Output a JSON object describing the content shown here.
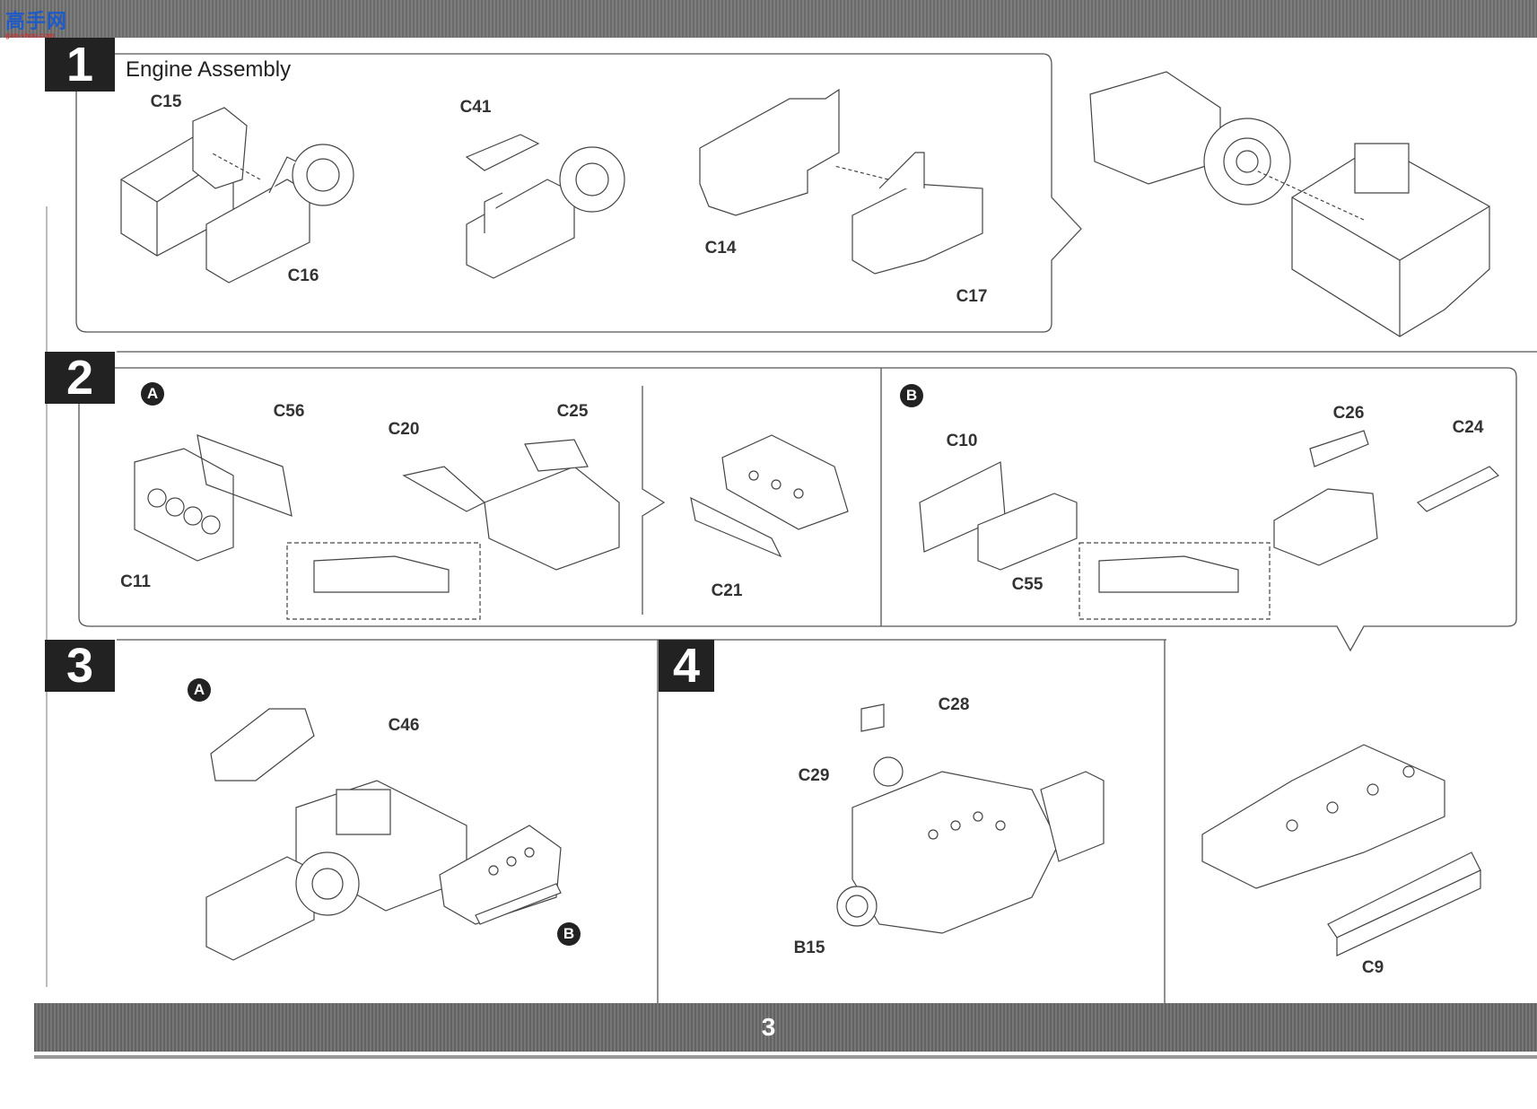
{
  "site_logo": {
    "text": "高手网",
    "sub": "gao-shou.com"
  },
  "page_number": "3",
  "steps": [
    {
      "number": "1",
      "title": "Engine Assembly",
      "parts": [
        "C15",
        "C16",
        "C41",
        "C14",
        "C17"
      ]
    },
    {
      "number": "2",
      "sub_a": "A",
      "parts_a": [
        "C56",
        "C11",
        "C20",
        "C25",
        "C21"
      ],
      "sub_b": "B",
      "parts_b": [
        "C10",
        "C55",
        "C26",
        "C24"
      ]
    },
    {
      "number": "3",
      "refs": [
        "A",
        "B"
      ],
      "parts": [
        "C46"
      ]
    },
    {
      "number": "4",
      "parts": [
        "C28",
        "C29",
        "B15",
        "C9"
      ]
    }
  ]
}
